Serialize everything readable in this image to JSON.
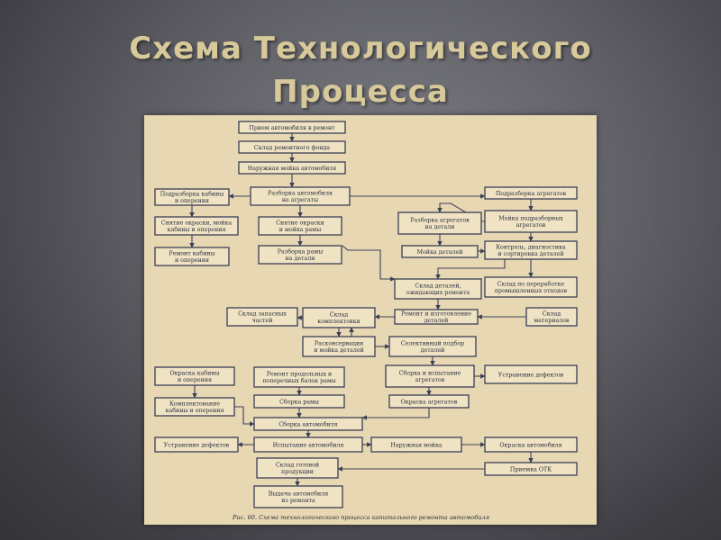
{
  "slide": {
    "title_line1": "Схема Технологического",
    "title_line2": "Процесса"
  },
  "diagram": {
    "caption": "Рис. 60. Схема технологического процесса капитального ремонта автомобиля",
    "boxes": {
      "b1": [
        "Прием автомобиля в ремонт"
      ],
      "b2": [
        "Склад ремонтного фонда"
      ],
      "b3": [
        "Наружная мойка автомобиля"
      ],
      "b4": [
        "Подразборка кабины",
        "и оперения"
      ],
      "b5": [
        "Разборка автомобиля",
        "на агрегаты"
      ],
      "b6": [
        "Подразборка агрегатов"
      ],
      "b7": [
        "Снятие окраски, мойка",
        "кабины и оперения"
      ],
      "b8": [
        "Снятие окраски",
        "и мойка рамы"
      ],
      "b9": [
        "Разборка агрегатов",
        "на детали"
      ],
      "b10": [
        "Мойка подразборных",
        "агрегатов"
      ],
      "b11": [
        "Ремонт кабины",
        "и оперения"
      ],
      "b12": [
        "Разборка рамы",
        "на детали"
      ],
      "b13": [
        "Мойка деталей"
      ],
      "b14": [
        "Контроль, диагностика",
        "и сортировка деталей"
      ],
      "b15": [
        "Склад деталей,",
        "ожидающих ремонта"
      ],
      "b16": [
        "Склад по переработке",
        "промышленных отходов"
      ],
      "b17": [
        "Склад запасных",
        "частей"
      ],
      "b18": [
        "Склад",
        "комплектовки"
      ],
      "b19": [
        "Ремонт и изготовление",
        "деталей"
      ],
      "b20": [
        "Склад",
        "материалов"
      ],
      "b21": [
        "Расконсервация",
        "и мойка деталей"
      ],
      "b22": [
        "Селективный подбор",
        "деталей"
      ],
      "b23": [
        "Окраска кабины",
        "и оперения"
      ],
      "b24": [
        "Ремонт продольных и",
        "поперечных балок рамы"
      ],
      "b25": [
        "Сборка и испытание",
        "агрегатов"
      ],
      "b26": [
        "Устранение дефектов"
      ],
      "b27": [
        "Сборка рамы"
      ],
      "b28": [
        "Комплектование",
        "кабины и оперения"
      ],
      "b29": [
        "Окраска агрегатов"
      ],
      "b30": [
        "Сборка автомобиля"
      ],
      "b31": [
        "Устранение дефектов"
      ],
      "b32": [
        "Испытание автомобиля"
      ],
      "b33": [
        "Наружная мойка"
      ],
      "b34": [
        "Окраска автомобиля"
      ],
      "b35": [
        "Склад готовой",
        "продукции"
      ],
      "b36": [
        "Приемка ОТК"
      ],
      "b37": [
        "Выдача автомобиля",
        "из ремонта"
      ]
    }
  }
}
